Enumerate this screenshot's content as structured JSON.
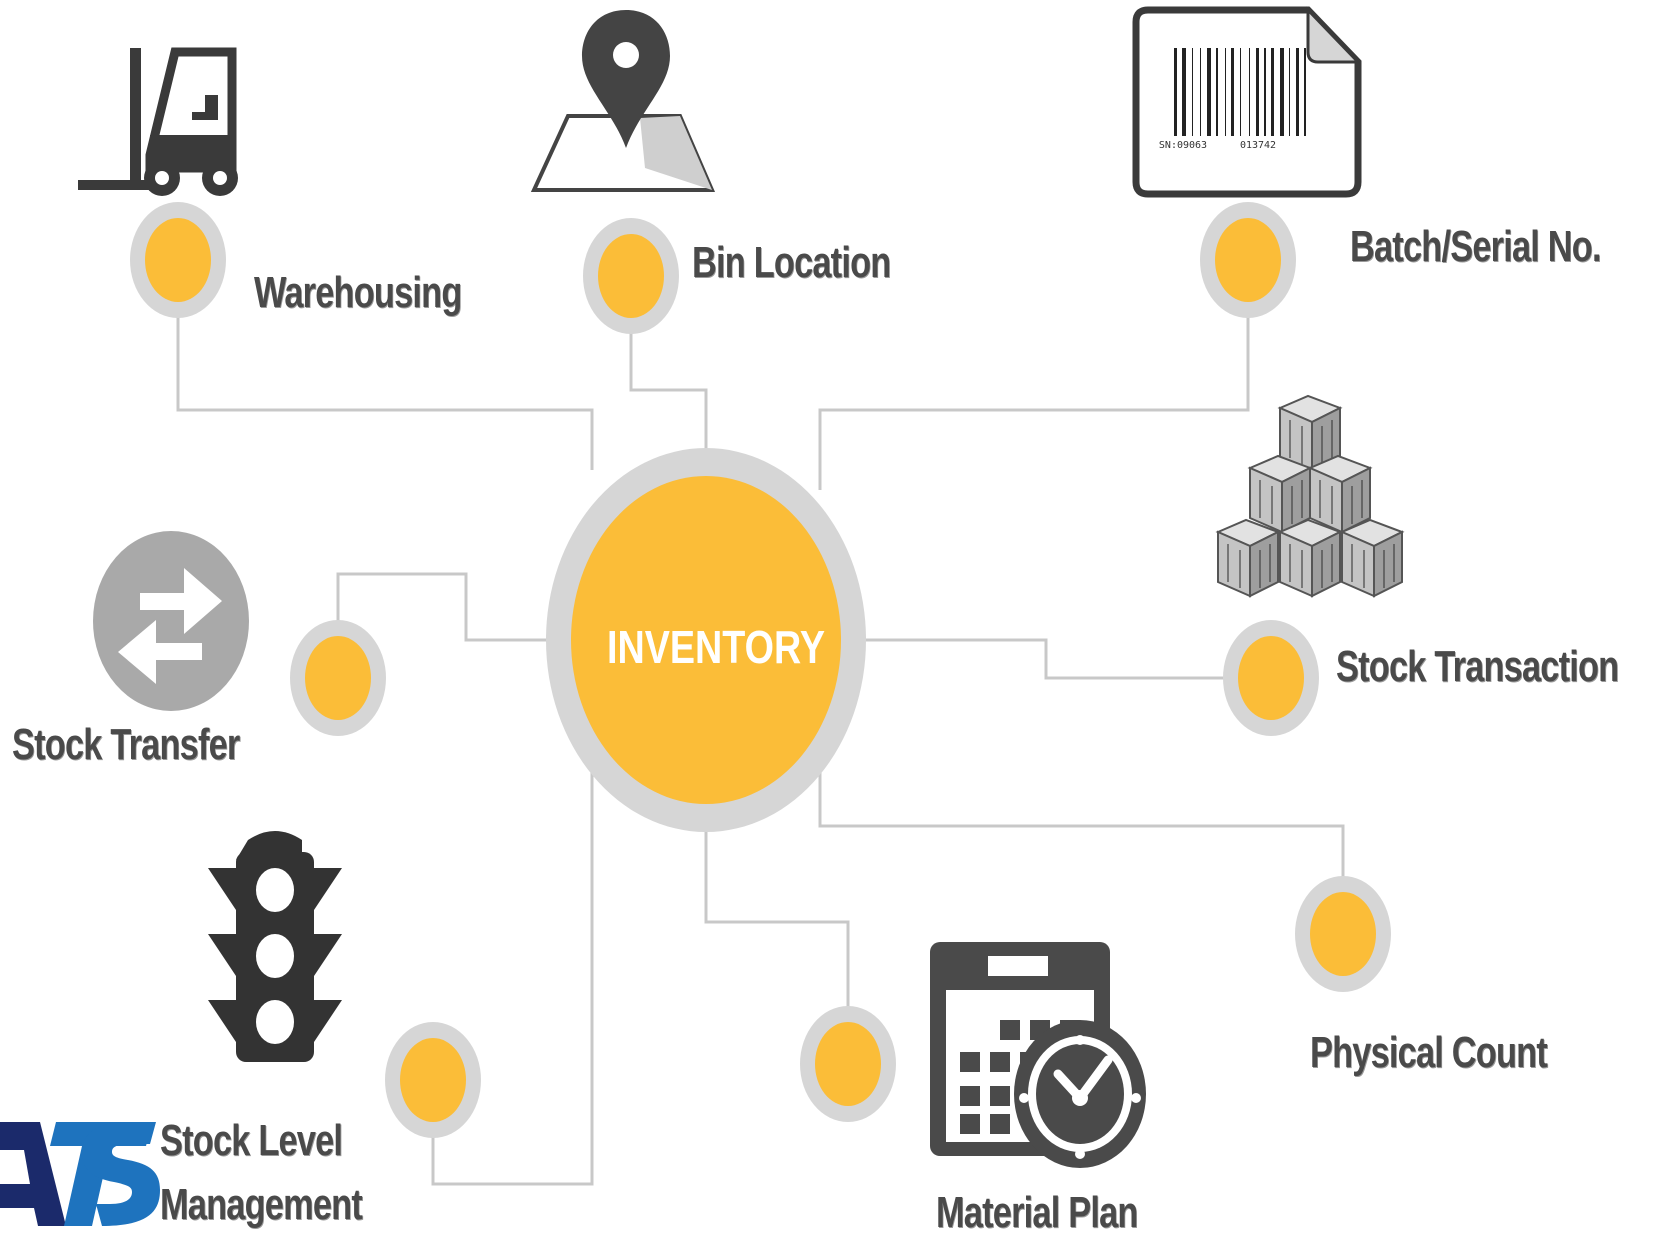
{
  "center": {
    "label": "INVENTORY"
  },
  "nodes": {
    "warehousing": "Warehousing",
    "bin_location": "Bin Location",
    "batch_serial": "Batch/Serial No.",
    "stock_transfer": "Stock Transfer",
    "stock_transaction": "Stock Transaction",
    "stock_level_line1": "Stock Level",
    "stock_level_line2": "Management",
    "material_plan": "Material Plan",
    "physical_count": "Physical Count"
  },
  "barcode_text": {
    "left": "SN:09063",
    "right": "013742"
  },
  "icons": {
    "warehousing": "forklift-icon",
    "bin_location": "map-pin-icon",
    "batch_serial": "barcode-label-icon",
    "stock_transfer": "transfer-arrows-icon",
    "stock_transaction": "stacked-boxes-icon",
    "stock_level": "traffic-light-icon",
    "material_plan": "calendar-clock-icon"
  },
  "logo": {
    "text": "ATS"
  },
  "colors": {
    "accent": "#FBBD38",
    "ring": "#D6D6D6",
    "connector": "#C8C8C8",
    "text": "#4A4A4A",
    "icon_dark": "#3A3A3A",
    "icon_gray": "#A9A9A9",
    "logo_blue": "#1E73BE",
    "logo_navy": "#1B2A6B"
  }
}
